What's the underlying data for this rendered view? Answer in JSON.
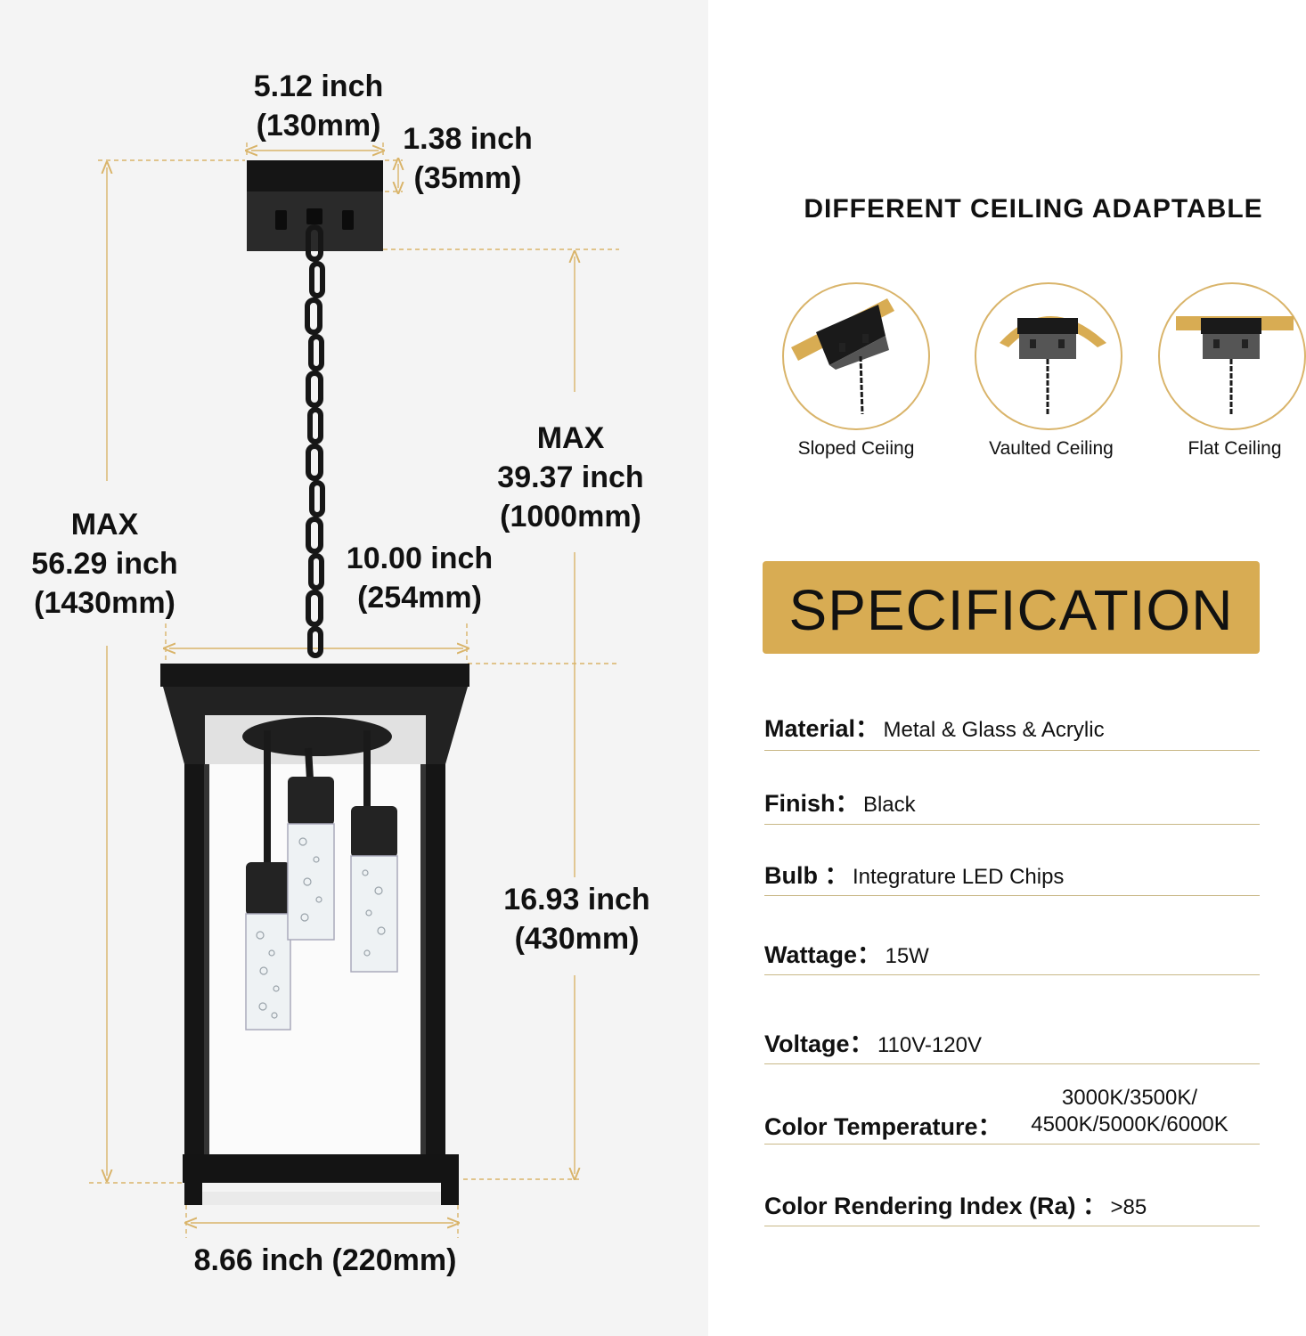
{
  "dimensions": {
    "canopy_width": [
      "5.12 inch",
      "(130mm)"
    ],
    "canopy_height": [
      "1.38 inch",
      "(35mm)"
    ],
    "max_total": [
      "MAX",
      "56.29 inch",
      "(1430mm)"
    ],
    "max_chain": [
      "MAX",
      "39.37 inch",
      "(1000mm)"
    ],
    "top_width": [
      "10.00 inch",
      "(254mm)"
    ],
    "body_height": [
      "16.93 inch",
      "(430mm)"
    ],
    "base_width": "8.66 inch (220mm)"
  },
  "ceiling": {
    "title": "DIFFERENT CEILING ADAPTABLE",
    "types": [
      {
        "label": "Sloped Ceiing",
        "icon": "sloped-ceiling-icon"
      },
      {
        "label": "Vaulted Ceiling",
        "icon": "vaulted-ceiling-icon"
      },
      {
        "label": "Flat Ceiling",
        "icon": "flat-ceiling-icon"
      }
    ]
  },
  "specification": {
    "title": "SPECIFICATION",
    "items": [
      {
        "key": "Material",
        "sep": "：",
        "value": "Metal & Glass & Acrylic"
      },
      {
        "key": "Finish",
        "sep": "：",
        "value": "Black"
      },
      {
        "key": "Bulb",
        "sep": " ：",
        "value": "Integrature LED Chips"
      },
      {
        "key": "Wattage",
        "sep": "：",
        "value": "15W"
      },
      {
        "key": "Voltage",
        "sep": "：",
        "value": "110V-120V"
      },
      {
        "key": "Color Temperature",
        "sep": "：",
        "value_line1": "3000K/3500K/",
        "value_line2": "4500K/5000K/6000K"
      },
      {
        "key": "Color Rendering Index (Ra)",
        "sep": " ：",
        "value": ">85"
      }
    ]
  },
  "colors": {
    "accent_gold": "#d8ac53",
    "frame_black": "#1b1b1b",
    "guide_line": "#d9b46a"
  }
}
